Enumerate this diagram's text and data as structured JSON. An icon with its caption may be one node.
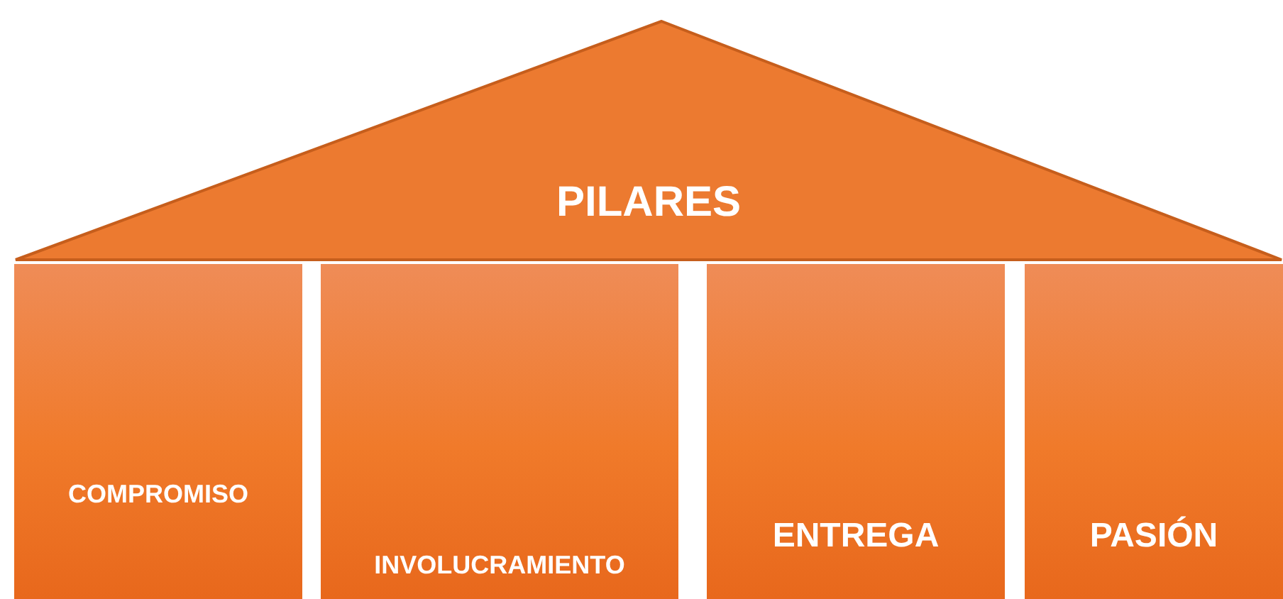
{
  "diagram": {
    "nodes": [
      {
        "text": [
          "PILARES"
        ]
      },
      {
        "text": [
          "COMPROMISO"
        ]
      },
      {
        "text": [
          "INVOLUCRAMIENTO"
        ]
      },
      {
        "text": [
          "ENTREGA"
        ]
      },
      {
        "text": [
          "PASIÓN"
        ]
      }
    ]
  }
}
